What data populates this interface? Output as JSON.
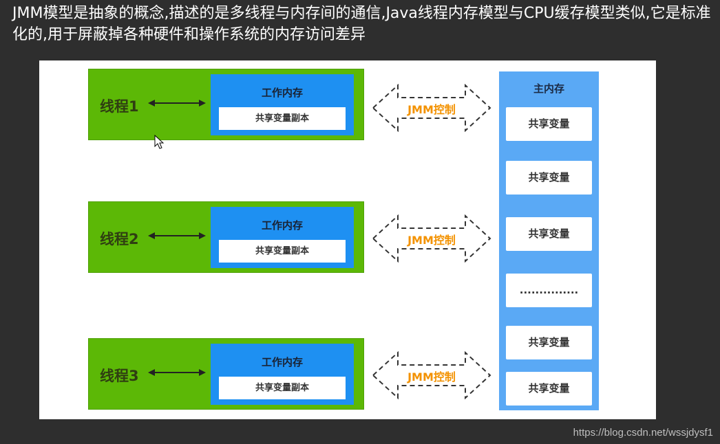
{
  "headline": "JMM模型是抽象的概念,描述的是多线程与内存间的通信,Java线程内存模型与CPU缓存模型类似,它是标准化的,用于屏蔽掉各种硬件和操作系统的内存访问差异",
  "threads": [
    {
      "label": "线程1",
      "work_memory_title": "工作内存",
      "copy_label": "共享变量副本"
    },
    {
      "label": "线程2",
      "work_memory_title": "工作内存",
      "copy_label": "共享变量副本"
    },
    {
      "label": "线程3",
      "work_memory_title": "工作内存",
      "copy_label": "共享变量副本"
    }
  ],
  "controls": [
    "JMM控制",
    "JMM控制",
    "JMM控制"
  ],
  "main_memory": {
    "title": "主内存",
    "variables": [
      "共享变量",
      "共享变量",
      "共享变量",
      "...............",
      "共享变量",
      "共享变量"
    ]
  },
  "colors": {
    "thread_green": "#5cb806",
    "work_memory_blue": "#1e90f2",
    "main_memory_blue": "#5aa9f5",
    "control_orange": "#f39200"
  },
  "watermark": "https://blog.csdn.net/wssjdysf1"
}
